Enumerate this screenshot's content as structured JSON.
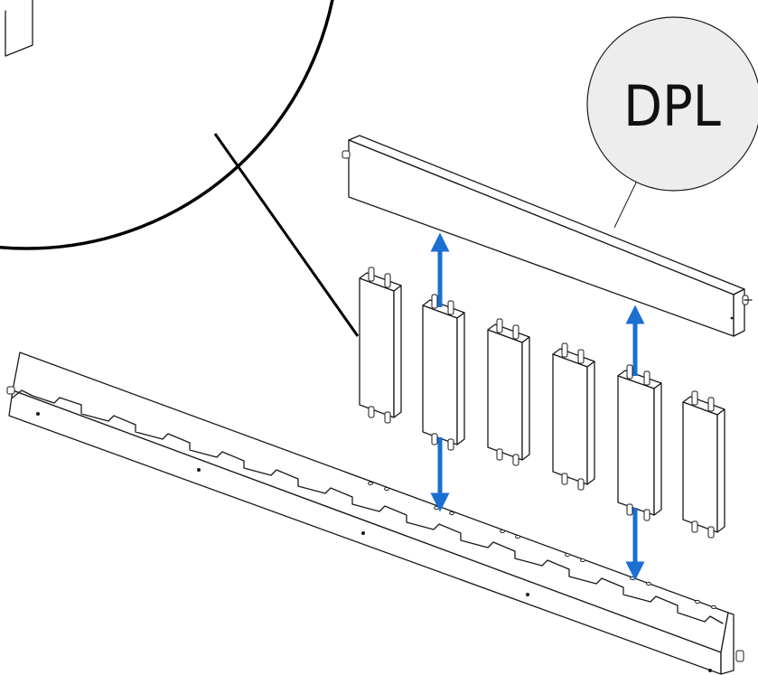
{
  "callout": {
    "label": "DPL"
  },
  "colors": {
    "arrow": "#1a6fd1",
    "line": "#1a1a1a",
    "callout_fill": "#ededed"
  },
  "parts": {
    "pillar_count": 6,
    "moving_pillars": 2
  }
}
